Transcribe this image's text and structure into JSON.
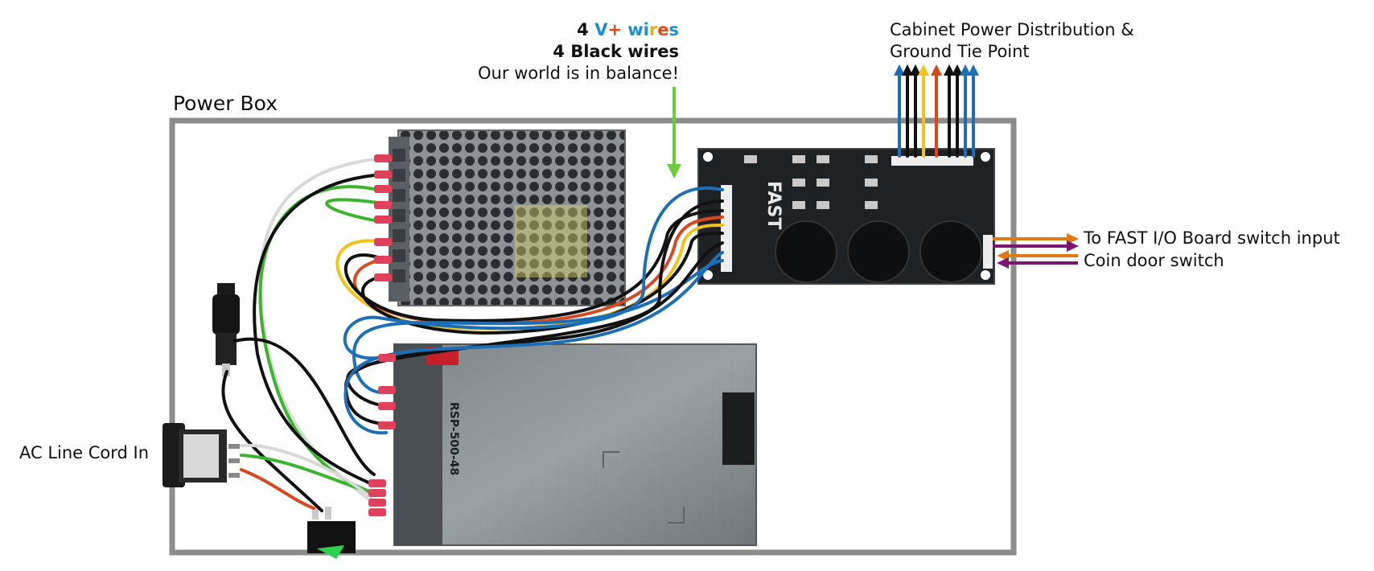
{
  "annotation": {
    "line1_count": "4",
    "line1_v": "V",
    "line1_plus": "+",
    "line1_w1": "wi",
    "line1_w2": "r",
    "line1_w3": "e",
    "line1_w4": "s",
    "line2": "4 Black wires",
    "line3": "Our world is in balance!"
  },
  "labels": {
    "power_box": "Power Box",
    "cabinet_line1": "Cabinet Power Distribution &",
    "cabinet_line2": "Ground Tie Point",
    "fast_io": "To FAST I/O Board switch input",
    "coin_door": "Coin door switch",
    "ac_line": "AC Line Cord In"
  },
  "components": {
    "psu_large_model": "RSP-500-48",
    "board_brand": "FAST"
  },
  "colors": {
    "box_border": "#8c8c8c",
    "wire_blue": "#1a6fb8",
    "wire_black": "#111111",
    "wire_yellow": "#f2c318",
    "wire_red": "#d9471e",
    "wire_green": "#3bb52e",
    "wire_white": "#d9d9d9",
    "arrow_orange": "#e07b12",
    "arrow_purple": "#7a1670",
    "arrow_green": "#6ccd3a",
    "terminal_pink": "#e0405a"
  }
}
